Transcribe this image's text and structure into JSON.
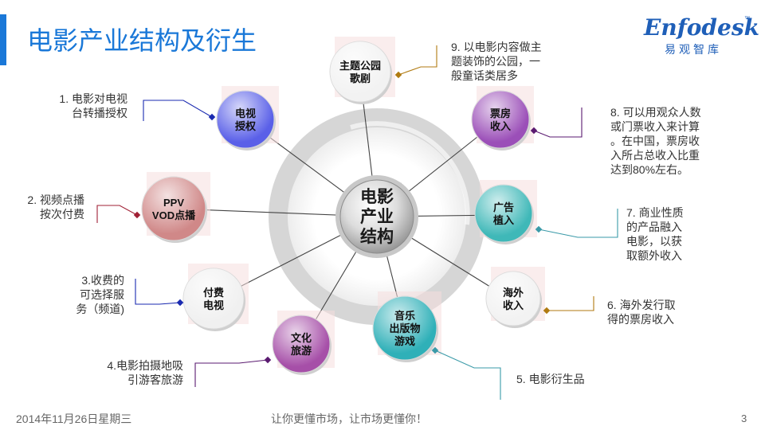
{
  "title": "电影产业结构及衍生",
  "logo": {
    "word": "Enfodesk",
    "tm": "™",
    "sub": "易观智库"
  },
  "colors": {
    "accent": "#1a78d8",
    "leader_blue": "#1a2ab0",
    "leader_red": "#a02035",
    "leader_teal": "#3a9aa8",
    "leader_gold": "#b07a10",
    "leader_purple": "#5a1a70"
  },
  "hub": {
    "lines": [
      "电影",
      "产业",
      "结构"
    ]
  },
  "nodes": [
    {
      "id": "theme-park",
      "lines": [
        "主题公园",
        "歌剧"
      ],
      "color": "#f2f2f2",
      "text": "#111111"
    },
    {
      "id": "box-office",
      "lines": [
        "票房",
        "收入"
      ],
      "color": "#9b4fb8",
      "text": "#111111"
    },
    {
      "id": "ads",
      "lines": [
        "广告",
        "植入"
      ],
      "color": "#3fb8b8",
      "text": "#111111"
    },
    {
      "id": "overseas",
      "lines": [
        "海外",
        "收入"
      ],
      "color": "#f2f2f2",
      "text": "#111111"
    },
    {
      "id": "music",
      "lines": [
        "音乐",
        "出版物",
        "游戏"
      ],
      "color": "#2fb0b8",
      "text": "#111111"
    },
    {
      "id": "culture",
      "lines": [
        "文化",
        "旅游"
      ],
      "color": "#a64fa8",
      "text": "#111111"
    },
    {
      "id": "paytv",
      "lines": [
        "付费",
        "电视"
      ],
      "color": "#f0f0f0",
      "text": "#111111"
    },
    {
      "id": "ppv",
      "lines": [
        "PPV",
        "VOD点播"
      ],
      "color": "#d08888",
      "text": "#111111"
    },
    {
      "id": "tv",
      "lines": [
        "电视",
        "授权"
      ],
      "color": "#5a60e8",
      "text": "#111111"
    }
  ],
  "labels": {
    "l1": [
      "1. 电影对电视",
      "台转播授权"
    ],
    "l2": [
      "2. 视频点播",
      "按次付费"
    ],
    "l3": [
      "3.收费的",
      "可选择服",
      "务（频道)"
    ],
    "l4": [
      "4.电影拍摄地吸",
      "引游客旅游"
    ],
    "l5": [
      "5. 电影衍生品"
    ],
    "l6": [
      "6. 海外发行取",
      "得的票房收入"
    ],
    "l7": [
      "7. 商业性质",
      "的产品融入",
      "电影，以获",
      "取额外收入"
    ],
    "l8": [
      "8. 可以用观众人数",
      "或门票收入来计算",
      "。在中国，票房收",
      "入所占总收入比重",
      "达到80%左右。"
    ],
    "l9": [
      "9. 以电影内容做主",
      "题装饰的公园，一",
      "般童话类居多"
    ]
  },
  "footer": {
    "date": "2014年11月26日星期三",
    "slogan": "让你更懂市场，让市场更懂你！",
    "page": "3"
  }
}
